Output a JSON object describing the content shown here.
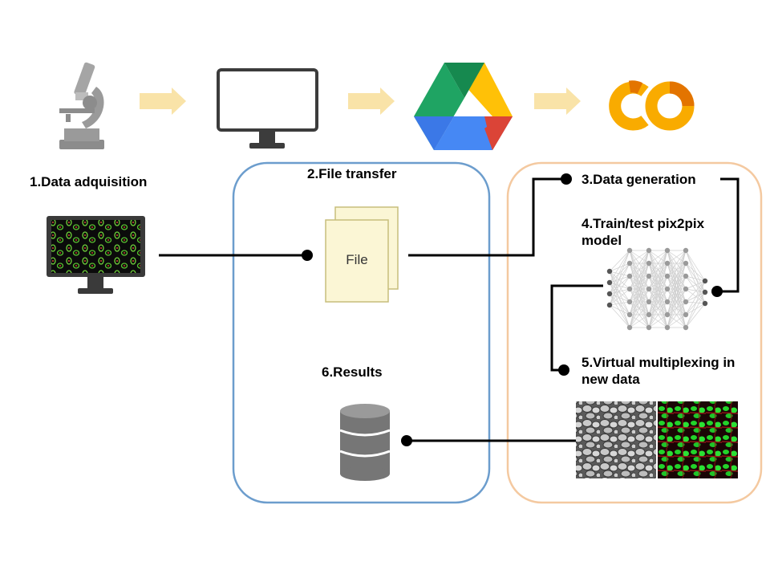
{
  "top_row": {
    "icons": [
      "microscope-icon",
      "monitor-icon",
      "google-drive-logo",
      "colab-logo"
    ],
    "arrow_color": "#F9E3A8"
  },
  "steps": {
    "step1": "1.Data adquisition",
    "step2": "2.File transfer",
    "step3": "3.Data generation",
    "step4": "4.Train/test pix2pix model",
    "step5": "5.Virtual multiplexing in new data",
    "step6": "6.Results"
  },
  "file_icon": {
    "label": "File"
  },
  "panels": {
    "transfer_border_color": "#6C9DCD",
    "processing_border_color": "#F4C9A0"
  },
  "colors": {
    "connector": "#000000",
    "drive_green": "#1FA463",
    "drive_yellow": "#FFC107",
    "drive_blue": "#4688F4",
    "drive_red": "#DB4437",
    "colab_orange": "#F9AB00",
    "colab_dark_orange": "#E37400",
    "cell_green": "#22D32A"
  }
}
